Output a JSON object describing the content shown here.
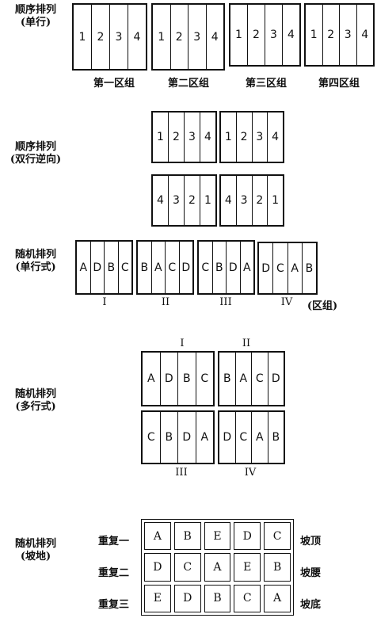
{
  "sections": {
    "seq_single": {
      "label": "顺序排列\n(单行)",
      "blocks": [
        [
          "1",
          "2",
          "3",
          "4"
        ],
        [
          "1",
          "2",
          "3",
          "4"
        ],
        [
          "1",
          "2",
          "3",
          "4"
        ],
        [
          "1",
          "2",
          "3",
          "4"
        ]
      ],
      "captions": [
        "第一区组",
        "第二区组",
        "第三区组",
        "第四区组"
      ]
    },
    "seq_double": {
      "label": "顺序排列\n(双行逆向)",
      "rows": [
        [
          [
            "1",
            "2",
            "3",
            "4"
          ],
          [
            "1",
            "2",
            "3",
            "4"
          ]
        ],
        [
          [
            "4",
            "3",
            "2",
            "1"
          ],
          [
            "4",
            "3",
            "2",
            "1"
          ]
        ]
      ]
    },
    "rand_single": {
      "label": "随机排列\n(单行式)",
      "blocks": [
        [
          "A",
          "D",
          "B",
          "C"
        ],
        [
          "B",
          "A",
          "C",
          "D"
        ],
        [
          "C",
          "B",
          "D",
          "A"
        ],
        [
          "D",
          "C",
          "A",
          "B"
        ]
      ],
      "romans": [
        "I",
        "II",
        "III",
        "IV"
      ],
      "suffix": "(区组)"
    },
    "rand_multi": {
      "label": "随机排列\n(多行式)",
      "top_romans": [
        "I",
        "II"
      ],
      "bottom_romans": [
        "III",
        "IV"
      ],
      "rows": [
        [
          [
            "A",
            "D",
            "B",
            "C"
          ],
          [
            "B",
            "A",
            "C",
            "D"
          ]
        ],
        [
          [
            "C",
            "B",
            "D",
            "A"
          ],
          [
            "D",
            "C",
            "A",
            "B"
          ]
        ]
      ]
    },
    "rand_slope": {
      "label": "随机排列\n(坡地)",
      "row_labels": [
        "重复一",
        "重复二",
        "重复三"
      ],
      "grid": [
        [
          "A",
          "B",
          "E",
          "D",
          "C"
        ],
        [
          "D",
          "C",
          "A",
          "E",
          "B"
        ],
        [
          "E",
          "D",
          "B",
          "C",
          "A"
        ]
      ],
      "positions": [
        "坡顶",
        "坡腰",
        "坡底"
      ]
    }
  }
}
